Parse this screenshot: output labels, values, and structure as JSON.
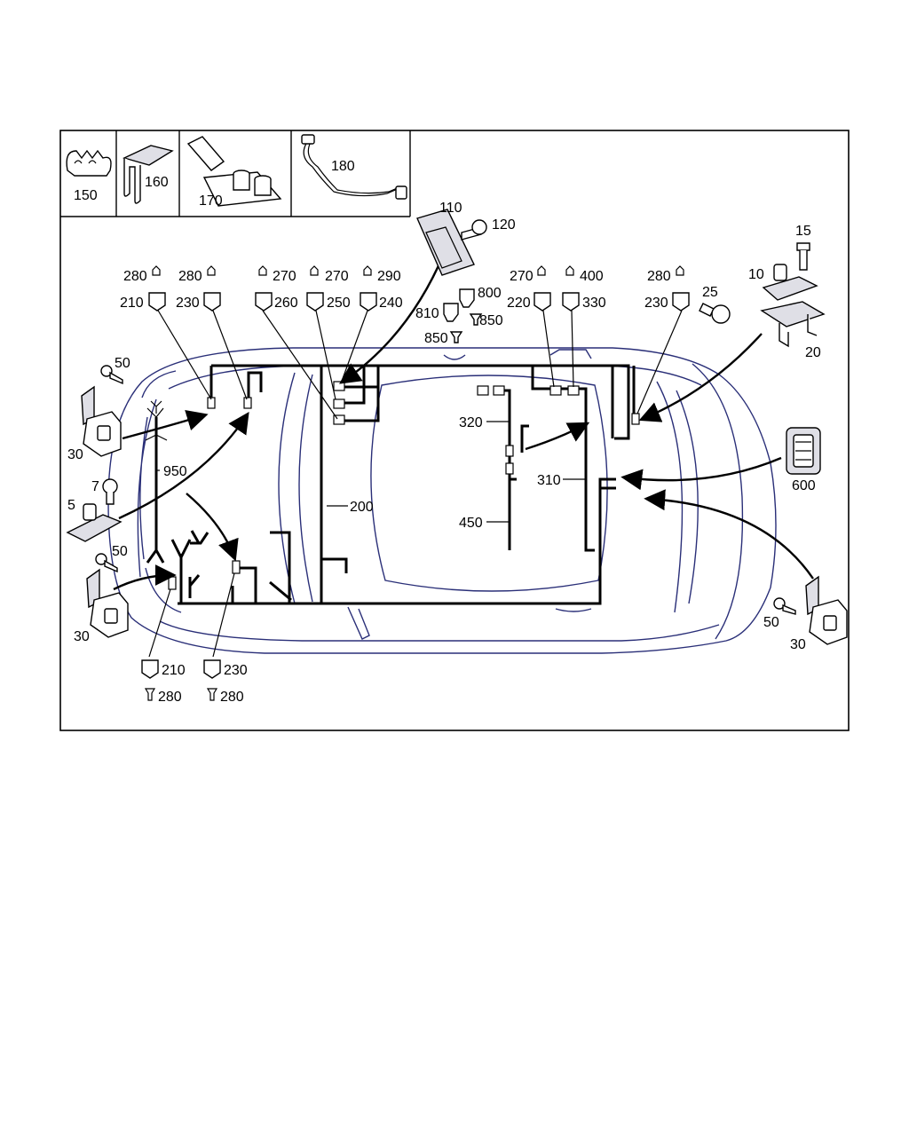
{
  "inset_parts": [
    {
      "id": "inset-150",
      "label": "150"
    },
    {
      "id": "inset-160",
      "label": "160"
    },
    {
      "id": "inset-170",
      "label": "170"
    },
    {
      "id": "inset-180",
      "label": "180"
    }
  ],
  "labels": {
    "p110": "110",
    "p120": "120",
    "p800": "800",
    "p810": "810",
    "p850a": "850",
    "p850b": "850",
    "p15": "15",
    "p10": "10",
    "p25": "25",
    "p20": "20",
    "p600": "600",
    "p50a": "50",
    "p30a": "30",
    "p7": "7",
    "p5": "5",
    "p50b": "50",
    "p30b": "30",
    "p50c": "50",
    "p30c": "30",
    "p950": "950",
    "p200": "200",
    "p320": "320",
    "p450": "450",
    "p310": "310",
    "c1_top": "280",
    "c1_bot": "210",
    "c2_top": "280",
    "c2_bot": "230",
    "c3_top": "270",
    "c3_bot": "260",
    "c4_top": "270",
    "c4_bot": "250",
    "c5_top": "290",
    "c5_bot": "240",
    "c6_top": "270",
    "c6_bot": "220",
    "c7_top": "400",
    "c7_bot": "330",
    "c8_top": "280",
    "c8_bot": "230",
    "b1_top": "210",
    "b1_bot": "280",
    "b2_top": "230",
    "b2_bot": "280"
  }
}
